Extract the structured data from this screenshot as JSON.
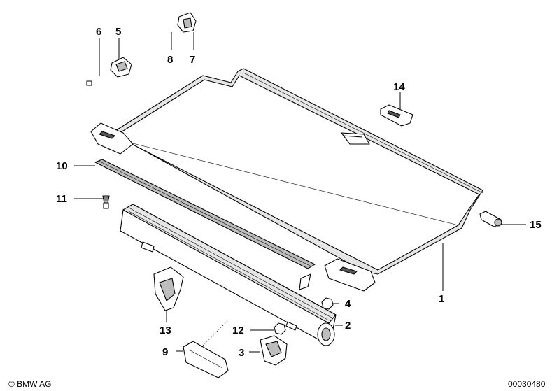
{
  "callouts": {
    "c1": "1",
    "c2": "2",
    "c3": "3",
    "c4": "4",
    "c5": "5",
    "c6": "6",
    "c7": "7",
    "c8": "8",
    "c9": "9",
    "c10": "10",
    "c11": "11",
    "c12": "12",
    "c13": "13",
    "c14": "14",
    "c15": "15"
  },
  "footer": {
    "copyright": "© BMW AG",
    "diagram_number": "00030480"
  }
}
